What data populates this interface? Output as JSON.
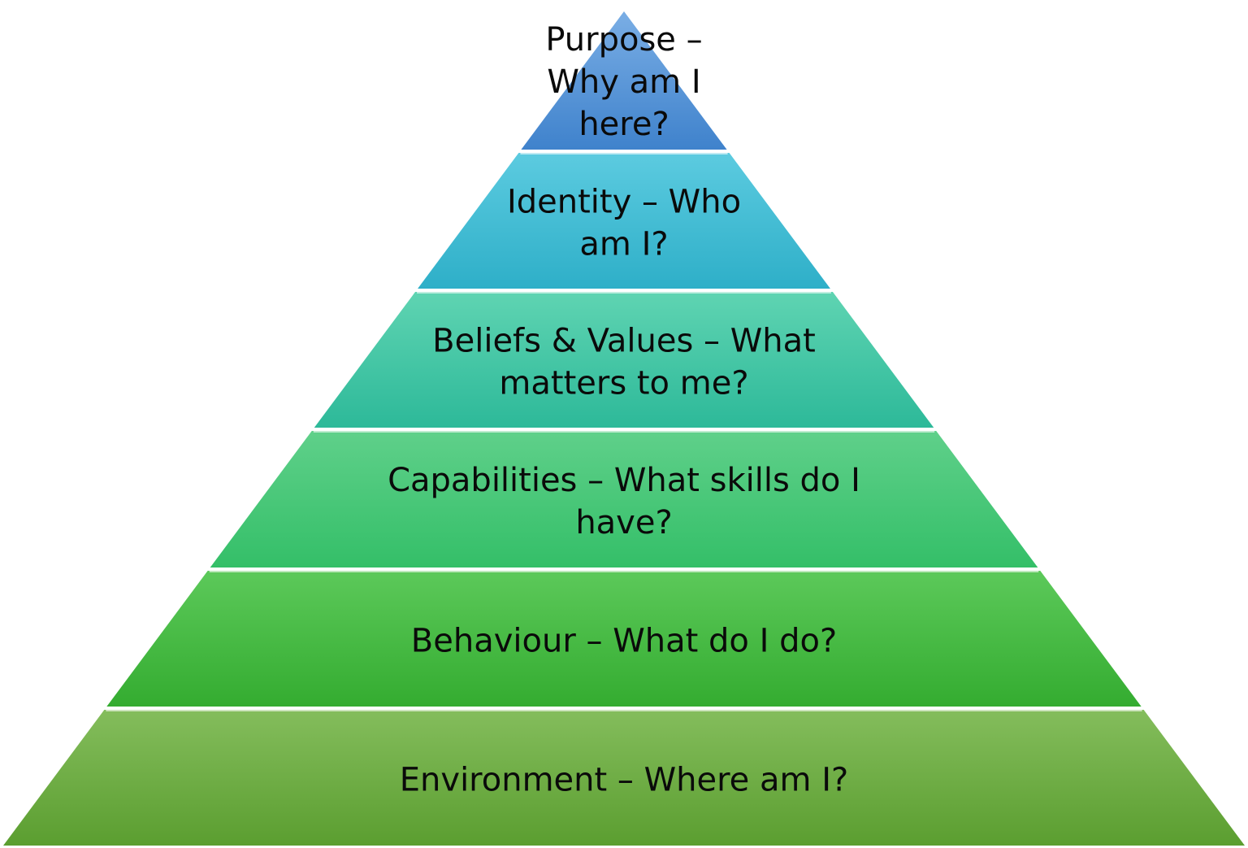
{
  "diagram": {
    "type": "pyramid",
    "levels": [
      {
        "lines": [
          "Purpose –",
          "Why am I",
          "here?"
        ],
        "color_top": "#7aaee5",
        "color_bottom": "#3f82cc"
      },
      {
        "lines": [
          "Identity – Who",
          "am I?"
        ],
        "color_top": "#5ccbe0",
        "color_bottom": "#2eafc8"
      },
      {
        "lines": [
          "Beliefs & Values – What",
          "matters to me?"
        ],
        "color_top": "#5fd4b2",
        "color_bottom": "#2db999"
      },
      {
        "lines": [
          "Capabilities – What skills do I",
          "have?"
        ],
        "color_top": "#5fd08a",
        "color_bottom": "#34bf68"
      },
      {
        "lines": [
          "Behaviour – What do I do?"
        ],
        "color_top": "#5cc95a",
        "color_bottom": "#34ac30"
      },
      {
        "lines": [
          "Environment – Where am I?"
        ],
        "color_top": "#84bd5c",
        "color_bottom": "#5b9e30"
      }
    ]
  }
}
